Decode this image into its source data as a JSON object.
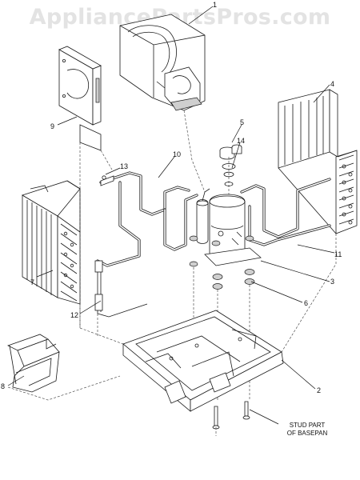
{
  "watermark": "AppliancePartsPros.com",
  "callouts": {
    "c1": "1",
    "c2": "2",
    "c3": "3",
    "c4": "4",
    "c5": "5",
    "c6": "6",
    "c7": "7",
    "c8": "8",
    "c9": "9",
    "c10": "10",
    "c11": "11",
    "c12": "12",
    "c13": "13",
    "c14": "14"
  },
  "stud_note": {
    "line1": "STUD PART",
    "line2": "OF BASEPAN"
  }
}
